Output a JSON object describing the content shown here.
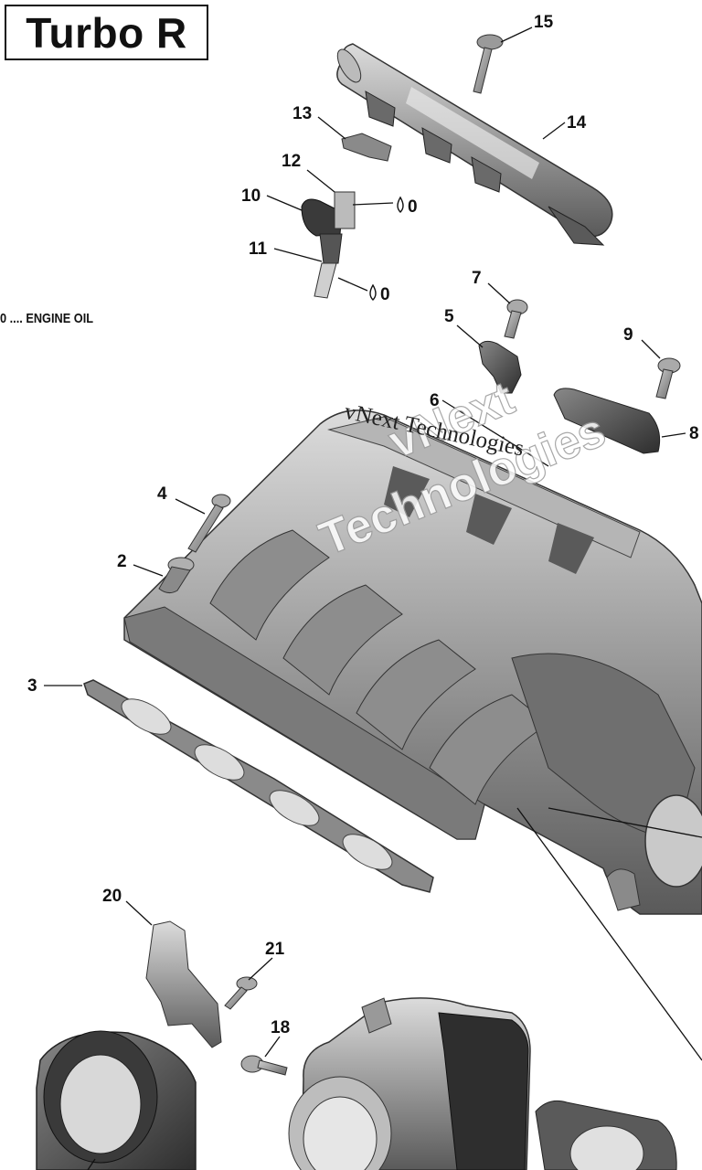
{
  "title": "Turbo R",
  "legend": "0 .... ENGINE OIL",
  "watermark": {
    "large_line1": "vNext",
    "large_line2": "Technologies",
    "small": "vNext Technologies"
  },
  "oil_markers": [
    "0",
    "0"
  ],
  "callouts": [
    "15",
    "14",
    "13",
    "12",
    "10",
    "11",
    "7",
    "5",
    "9",
    "6",
    "8",
    "4",
    "2",
    "3",
    "20",
    "21",
    "18"
  ]
}
